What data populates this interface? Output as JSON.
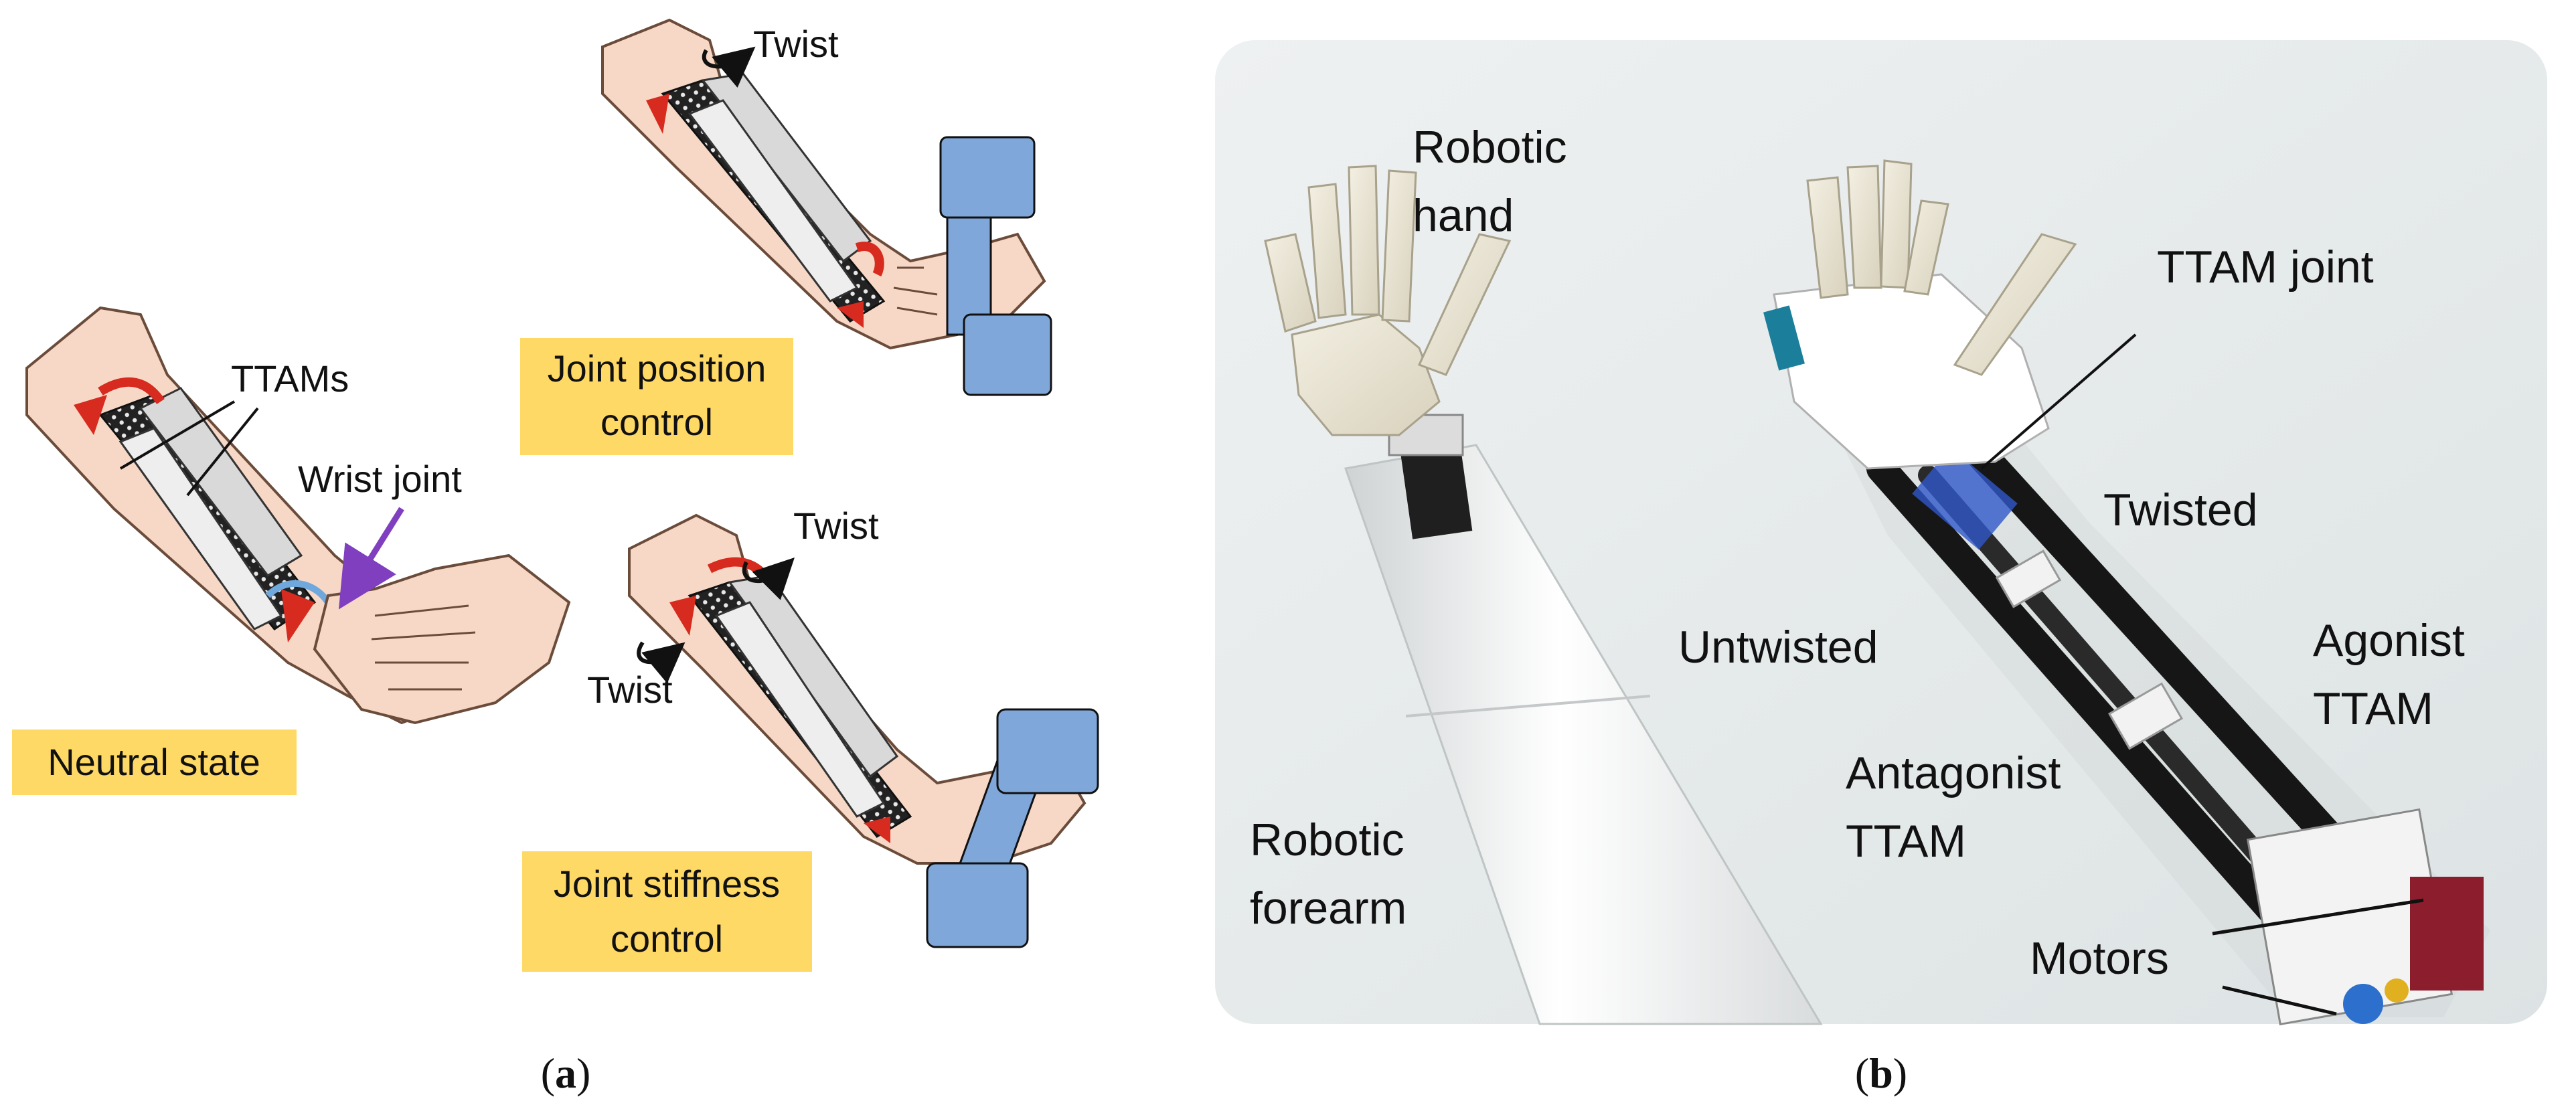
{
  "panel_a": {
    "label_neutral": "Neutral state",
    "label_ttams": "TTAMs",
    "label_wrist": "Wrist joint",
    "label_position_l1": "Joint position",
    "label_position_l2": "control",
    "label_stiffness_l1": "Joint stiffness",
    "label_stiffness_l2": "control",
    "twist_top": "Twist",
    "twist_mid": "Twist",
    "twist_low": "Twist",
    "caption_open": "(",
    "caption_letter": "a",
    "caption_close": ")"
  },
  "panel_b": {
    "robotic_hand_l1": "Robotic",
    "robotic_hand_l2": "hand",
    "robotic_forearm_l1": "Robotic",
    "robotic_forearm_l2": "forearm",
    "ttam_joint": "TTAM joint",
    "twisted": "Twisted",
    "untwisted": "Untwisted",
    "agonist_l1": "Agonist",
    "agonist_l2": "TTAM",
    "antagonist_l1": "Antagonist",
    "antagonist_l2": "TTAM",
    "motors": "Motors",
    "caption_open": "(",
    "caption_letter": "b",
    "caption_close": ")"
  },
  "colors": {
    "label_box": "#ffd966",
    "skin": "#f7d8c6",
    "skin_outline": "#6b4c3b",
    "muscle_red": "#d62b1e",
    "dumbbell": "#7fa7d9",
    "arrow_purple": "#7f3fbf",
    "photo_bg": "#e4e9ea"
  }
}
